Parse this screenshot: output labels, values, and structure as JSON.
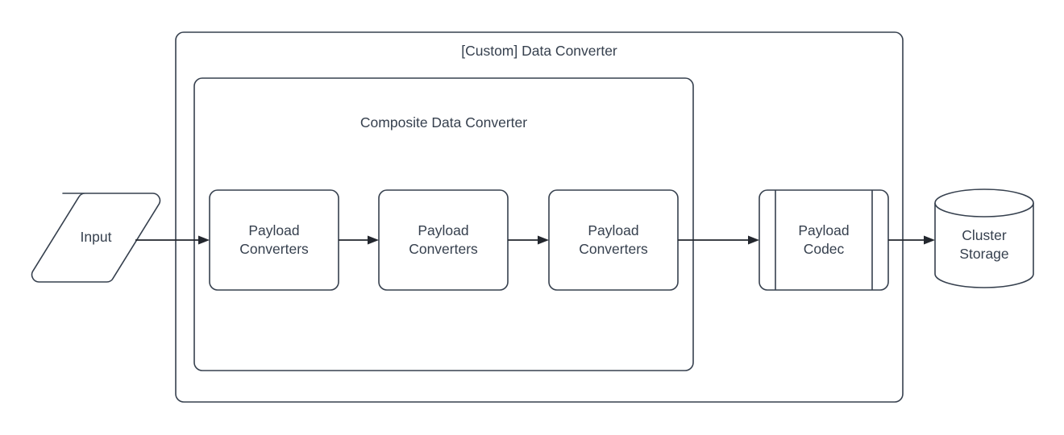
{
  "diagram": {
    "type": "flowchart",
    "title": "[Custom] Data Converter",
    "colors": {
      "stroke": "#36404e",
      "connector": "#23272e",
      "fill": "#ffffff",
      "text": "#36404e",
      "background": "#ffffff"
    },
    "containers": [
      {
        "id": "custom-data-converter",
        "label": "[Custom] Data Converter",
        "shape": "rounded-rectangle"
      },
      {
        "id": "composite-data-converter",
        "label": "Composite Data Converter",
        "shape": "rounded-rectangle"
      }
    ],
    "nodes": [
      {
        "id": "input",
        "label": "Input",
        "shape": "parallelogram"
      },
      {
        "id": "payload-converters-1",
        "label": "Payload\nConverters",
        "shape": "rounded-rectangle"
      },
      {
        "id": "payload-converters-2",
        "label": "Payload\nConverters",
        "shape": "rounded-rectangle"
      },
      {
        "id": "payload-converters-3",
        "label": "Payload\nConverters",
        "shape": "rounded-rectangle"
      },
      {
        "id": "payload-codec",
        "label": "Payload\nCodec",
        "shape": "predefined-process"
      },
      {
        "id": "cluster-storage",
        "label": "Cluster\nStorage",
        "shape": "cylinder"
      }
    ],
    "edges": [
      {
        "from": "input",
        "to": "payload-converters-1",
        "style": "solid-arrow"
      },
      {
        "from": "payload-converters-1",
        "to": "payload-converters-2",
        "style": "solid-arrow"
      },
      {
        "from": "payload-converters-2",
        "to": "payload-converters-3",
        "style": "solid-arrow"
      },
      {
        "from": "payload-converters-3",
        "to": "payload-codec",
        "style": "solid-arrow"
      },
      {
        "from": "payload-codec",
        "to": "cluster-storage",
        "style": "solid-arrow"
      }
    ]
  }
}
